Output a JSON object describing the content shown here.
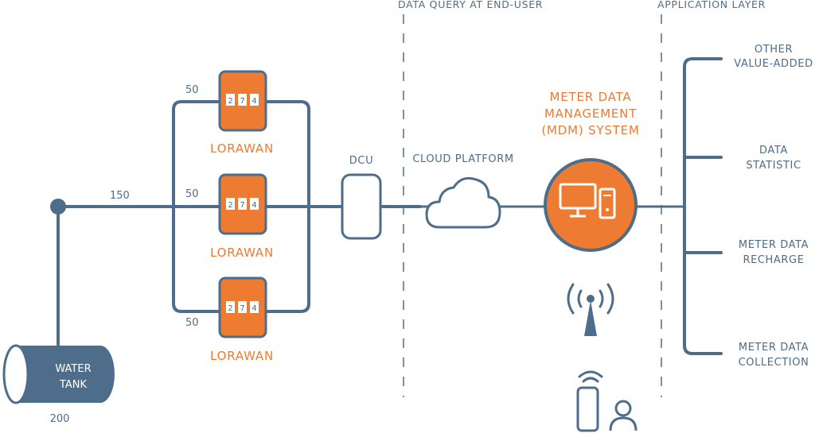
{
  "headers": {
    "data_query": "DATA QUERY AT END-USER",
    "application_layer": "APPLICATION LAYER"
  },
  "water_tank": {
    "label_line1": "WATER",
    "label_line2": "TANK",
    "value": "200"
  },
  "main_pipe_value": "150",
  "meters": [
    {
      "value": "50",
      "label": "LORAWAN",
      "digits": [
        "2",
        "7",
        "4"
      ]
    },
    {
      "value": "50",
      "label": "LORAWAN",
      "digits": [
        "2",
        "7",
        "4"
      ]
    },
    {
      "value": "50",
      "label": "LORAWAN",
      "digits": [
        "2",
        "7",
        "4"
      ]
    }
  ],
  "dcu": {
    "label": "DCU"
  },
  "cloud": {
    "label": "CLOUD PLATFORM"
  },
  "mdm": {
    "line1": "METER DATA",
    "line2": "MANAGEMENT",
    "line3": "(MDM) SYSTEM"
  },
  "applications": [
    {
      "line1": "OTHER",
      "line2": "VALUE-ADDED"
    },
    {
      "line1": "DATA",
      "line2": "STATISTIC"
    },
    {
      "line1": "METER DATA",
      "line2": "RECHARGE"
    },
    {
      "line1": "METER DATA",
      "line2": "COLLECTION"
    }
  ],
  "colors": {
    "accent": "#ee7b32",
    "line": "#4d6d8a",
    "white": "#ffffff"
  },
  "icons": [
    "meter-icon",
    "cloud-icon",
    "computer-icon",
    "antenna-icon",
    "wifi-icon",
    "phone-icon",
    "user-icon"
  ]
}
